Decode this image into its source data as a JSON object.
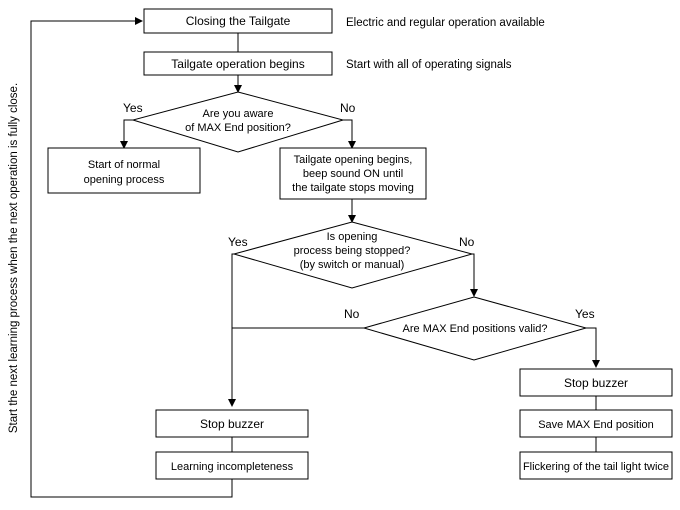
{
  "flowchart": {
    "closing": "Closing the Tailgate",
    "closing_note": "Electric and regular operation available",
    "op_begins": "Tailgate operation begins",
    "op_note": "Start with all of operating signals",
    "decision1": [
      "Are you aware",
      "of MAX End position?"
    ],
    "d1_yes": "Yes",
    "d1_no": "No",
    "normal_open": [
      "Start of normal",
      "opening process"
    ],
    "open_begins": [
      "Tailgate opening begins,",
      "beep sound ON until",
      "the tailgate stops moving"
    ],
    "decision2": [
      "Is opening",
      "process being stopped?",
      "(by switch or manual)"
    ],
    "d2_yes": "Yes",
    "d2_no": "No",
    "decision3": "Are MAX End positions valid?",
    "d3_no": "No",
    "d3_yes": "Yes",
    "stop_buzzer_left": "Stop buzzer",
    "learning_incomplete": "Learning incompleteness",
    "stop_buzzer_right": "Stop buzzer",
    "save_max": "Save MAX End position",
    "flicker": "Flickering of the tail light twice",
    "side_note": "Start the next learning process when the next operation is fully close."
  }
}
